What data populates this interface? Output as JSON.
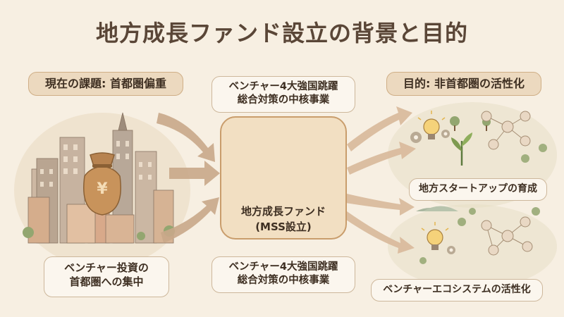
{
  "title": "地方成長ファンド設立の背景と目的",
  "left": {
    "header": "現在の課題: 首都圏偏重",
    "money_symbol": "¥",
    "caption_line1": "ベンチャー投資の",
    "caption_line2": "首都圏への集中"
  },
  "center": {
    "top_line1": "ベンチャー4大強国跳躍",
    "top_line2": "総合対策の中核事業",
    "fund_line1": "地方成長ファンド",
    "fund_line2": "(MSS設立)",
    "bottom_line1": "ベンチャー4大強国跳躍",
    "bottom_line2": "総合対策の中核事業"
  },
  "right": {
    "header": "目的: 非首都圏の活性化",
    "goal1": "地方スタートアップの育成",
    "goal2": "ベンチャーエコシステムの活性化"
  },
  "colors": {
    "background": "#f7efe2",
    "header_box": "#ecd9bf",
    "arrow": "#c9a98a",
    "center_box": "#f2dfc2"
  }
}
